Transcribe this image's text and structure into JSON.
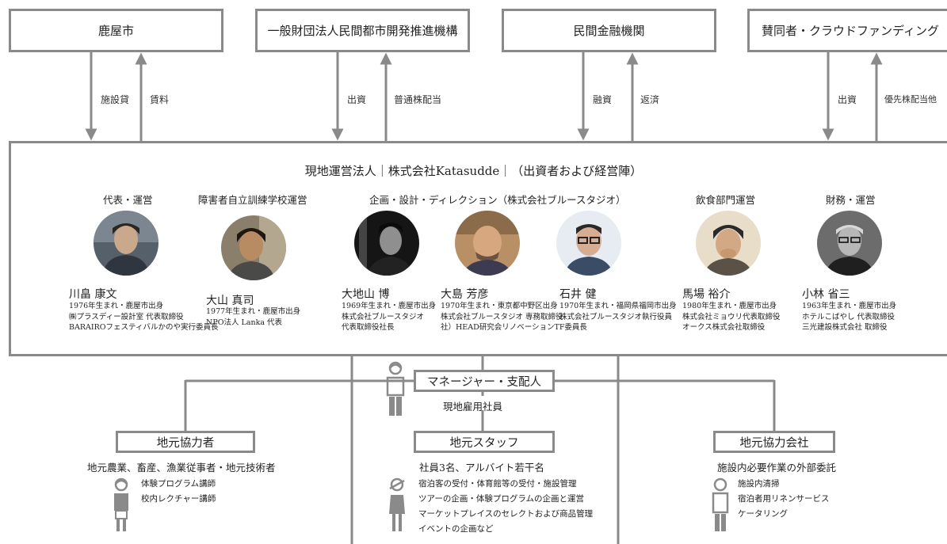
{
  "top_boxes": [
    {
      "label": "鹿屋市",
      "down_label": "施設貸",
      "up_label": "賃料"
    },
    {
      "label": "一般財団法人民間都市開発推進機構",
      "down_label": "出資",
      "up_label": "普通株配当"
    },
    {
      "label": "民間金融機関",
      "down_label": "融資",
      "up_label": "返済"
    },
    {
      "label": "賛同者・クラウドファンディング",
      "down_label": "出資",
      "up_label": "優先株配当他"
    }
  ],
  "company": {
    "title": "現地運営法人｜株式会社Katasudde｜（出資者および経営陣）",
    "roles": {
      "representative": "代表・運営",
      "school": "障害者自立訓練学校運営",
      "direction": "企画・設計・ディレクション（株式会社ブルースタジオ）",
      "food": "飲食部門運営",
      "finance": "財務・運営"
    },
    "people": [
      {
        "name": "川畠 康文",
        "lines": [
          "1976年生まれ・鹿屋市出身",
          "㈱プラスディー設計室 代表取締役",
          "BARAIROフェスティバルかのや実行委員長"
        ]
      },
      {
        "name": "大山 真司",
        "lines": [
          "1977年生まれ・鹿屋市出身",
          "NPO法人 Lanka 代表"
        ]
      },
      {
        "name": "大地山 博",
        "lines": [
          "1969年生まれ・鹿屋市出身",
          "株式会社ブルースタジオ",
          "代表取締役社長"
        ]
      },
      {
        "name": "大島 芳彦",
        "lines": [
          "1970年生まれ・東京都中野区出身",
          "株式会社ブルースタジオ 専務取締役",
          "社）HEAD研究会リノベーションTF委員長"
        ]
      },
      {
        "name": "石井 健",
        "lines": [
          "1970年生まれ・福岡県福岡市出身",
          "株式会社ブルースタジオ執行役員"
        ]
      },
      {
        "name": "馬場 裕介",
        "lines": [
          "1980年生まれ・鹿屋市出身",
          "株式会社ミョウリ代表取締役",
          "オークス株式会社取締役"
        ]
      },
      {
        "name": "小林 省三",
        "lines": [
          "1963年生まれ・鹿屋市出身",
          "ホテルこばやし 代表取締役",
          "三光建設株式会社 取締役"
        ]
      }
    ]
  },
  "manager": {
    "label": "マネージャー・支配人",
    "caption": "現地雇用社員"
  },
  "groups": [
    {
      "label": "地元協力者",
      "caption": "地元農業、畜産、漁業従事者・地元技術者",
      "tasks": [
        "体験プログラム講師",
        "校内レクチャー講師"
      ]
    },
    {
      "label": "地元スタッフ",
      "caption": "社員3名、アルバイト若干名",
      "tasks": [
        "宿泊客の受付・体育館等の受付・施設管理",
        "ツアーの企画・体験プログラムの企画と運営",
        "マーケットプレイスのセレクトおよび商品管理",
        "イベントの企画など"
      ]
    },
    {
      "label": "地元協力会社",
      "caption": "施設内必要作業の外部委託",
      "tasks": [
        "施設内清掃",
        "宿泊者用リネンサービス",
        "ケータリング"
      ]
    }
  ],
  "colors": {
    "line": "#8a8a8a",
    "text": "#222222"
  }
}
